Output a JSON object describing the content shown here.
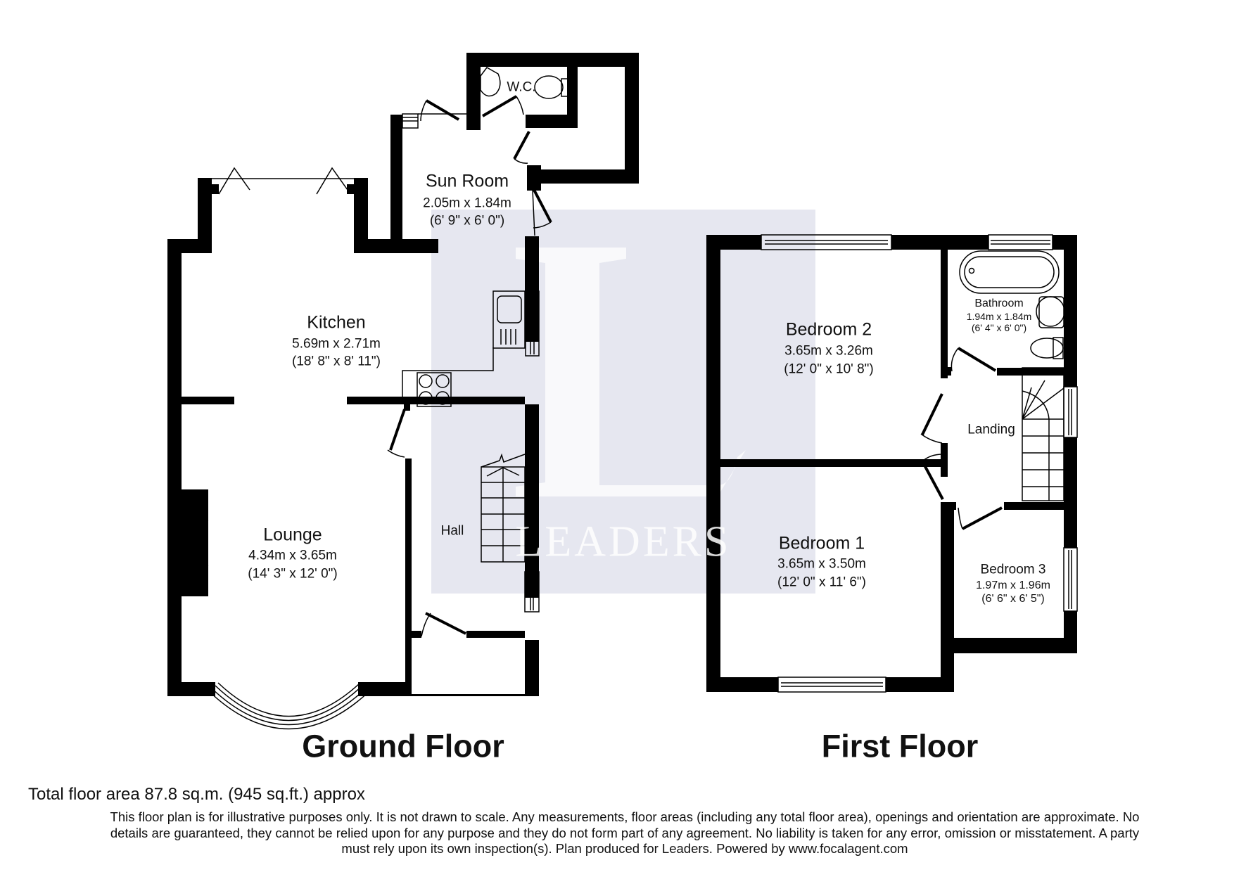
{
  "watermark": {
    "brand": "LEADERS",
    "color": "#e6e7f0"
  },
  "ground_floor": {
    "title": "Ground Floor",
    "rooms": {
      "wc": {
        "name": "W.C."
      },
      "sun_room": {
        "name": "Sun Room",
        "metric": "2.05m x 1.84m",
        "imperial": "(6' 9\" x 6' 0\")"
      },
      "kitchen": {
        "name": "Kitchen",
        "metric": "5.69m x 2.71m",
        "imperial": "(18' 8\" x 8' 11\")"
      },
      "lounge": {
        "name": "Lounge",
        "metric": "4.34m x 3.65m",
        "imperial": "(14' 3\" x 12' 0\")"
      },
      "hall": {
        "name": "Hall"
      }
    }
  },
  "first_floor": {
    "title": "First Floor",
    "rooms": {
      "bedroom2": {
        "name": "Bedroom 2",
        "metric": "3.65m x 3.26m",
        "imperial": "(12' 0\" x 10' 8\")"
      },
      "bathroom": {
        "name": "Bathroom",
        "metric": "1.94m x 1.84m",
        "imperial": "(6' 4\" x 6' 0\")"
      },
      "landing": {
        "name": "Landing"
      },
      "bedroom1": {
        "name": "Bedroom 1",
        "metric": "3.65m x 3.50m",
        "imperial": "(12' 0\" x 11' 6\")"
      },
      "bedroom3": {
        "name": "Bedroom 3",
        "metric": "1.97m x 1.96m",
        "imperial": "(6' 6\" x 6' 5\")"
      }
    }
  },
  "footer": {
    "total_area": "Total floor area 87.8 sq.m. (945 sq.ft.) approx",
    "disclaimer_lines": [
      "This floor plan is for illustrative purposes only. It is not drawn to scale. Any measurements, floor areas (including any total floor area), openings and orientation are approximate. No",
      "details are guaranteed, they cannot be relied upon for any purpose and they do not form part of any agreement. No liability is taken for any error, omission or misstatement. A party",
      "must rely upon its own inspection(s). Plan produced for Leaders. Powered by www.focalagent.com"
    ]
  }
}
